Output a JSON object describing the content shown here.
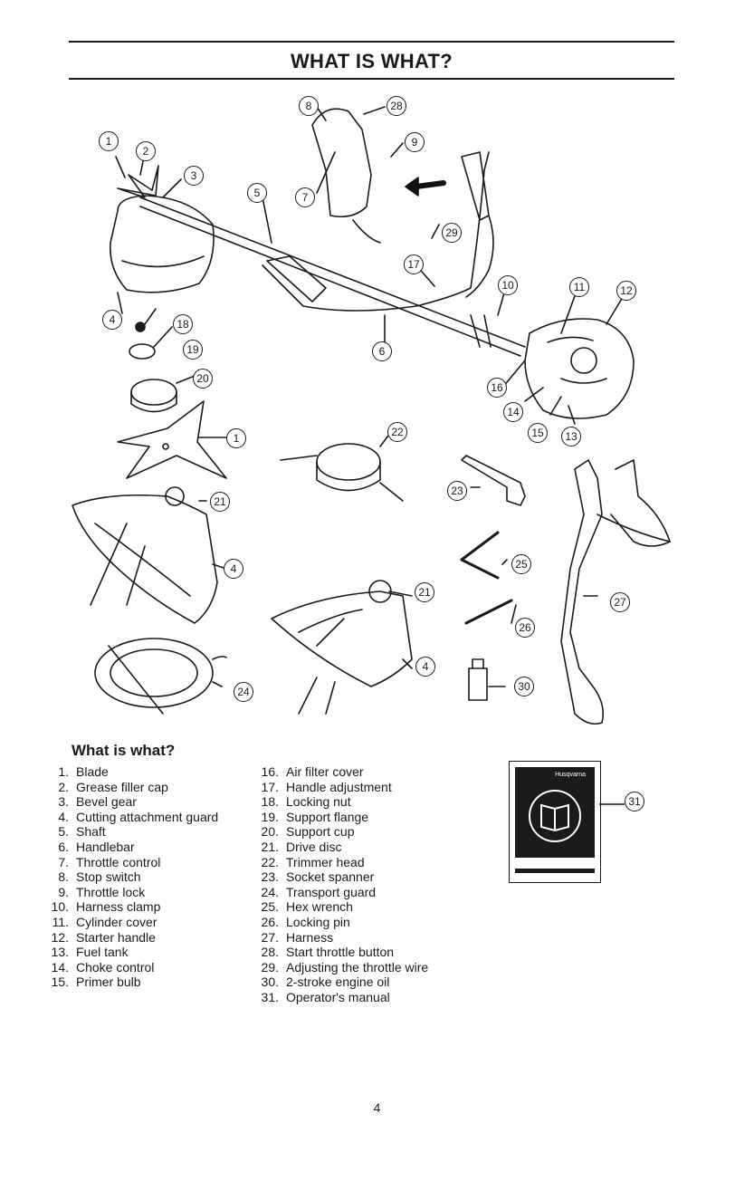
{
  "header": {
    "title": "WHAT IS WHAT?"
  },
  "diagram": {
    "callouts": [
      "1",
      "2",
      "3",
      "4",
      "5",
      "6",
      "7",
      "8",
      "9",
      "10",
      "11",
      "12",
      "13",
      "14",
      "15",
      "16",
      "17",
      "18",
      "19",
      "20",
      "21",
      "22",
      "23",
      "24",
      "25",
      "26",
      "27",
      "28",
      "29",
      "30",
      "31"
    ],
    "arrow_color": "#111111"
  },
  "legend": {
    "heading": "What is what?",
    "items": [
      {
        "num": "1.",
        "label": "Blade"
      },
      {
        "num": "2.",
        "label": "Grease filler cap"
      },
      {
        "num": "3.",
        "label": "Bevel gear"
      },
      {
        "num": "4.",
        "label": "Cutting attachment guard"
      },
      {
        "num": "5.",
        "label": "Shaft"
      },
      {
        "num": "6.",
        "label": "Handlebar"
      },
      {
        "num": "7.",
        "label": "Throttle control"
      },
      {
        "num": "8.",
        "label": "Stop switch"
      },
      {
        "num": "9.",
        "label": "Throttle lock"
      },
      {
        "num": "10.",
        "label": "Harness clamp"
      },
      {
        "num": "11.",
        "label": "Cylinder cover"
      },
      {
        "num": "12.",
        "label": "Starter handle"
      },
      {
        "num": "13.",
        "label": "Fuel tank"
      },
      {
        "num": "14.",
        "label": "Choke control"
      },
      {
        "num": "15.",
        "label": "Primer bulb"
      },
      {
        "num": "16.",
        "label": "Air filter cover"
      },
      {
        "num": "17.",
        "label": "Handle adjustment"
      },
      {
        "num": "18.",
        "label": "Locking nut"
      },
      {
        "num": "19.",
        "label": "Support flange"
      },
      {
        "num": "20.",
        "label": "Support cup"
      },
      {
        "num": "21.",
        "label": "Drive disc"
      },
      {
        "num": "22.",
        "label": "Trimmer head"
      },
      {
        "num": "23.",
        "label": "Socket spanner"
      },
      {
        "num": "24.",
        "label": "Transport guard"
      },
      {
        "num": "25.",
        "label": "Hex wrench"
      },
      {
        "num": "26.",
        "label": "Locking pin"
      },
      {
        "num": "27.",
        "label": "Harness"
      },
      {
        "num": "28.",
        "label": "Start throttle button"
      },
      {
        "num": "29.",
        "label": "Adjusting the throttle wire"
      },
      {
        "num": "30.",
        "label": "2-stroke engine oil"
      },
      {
        "num": "31.",
        "label": "Operator's manual"
      }
    ]
  },
  "manual": {
    "brand": "Husqvarna",
    "callout": "31"
  },
  "footer": {
    "page_number": "4"
  }
}
